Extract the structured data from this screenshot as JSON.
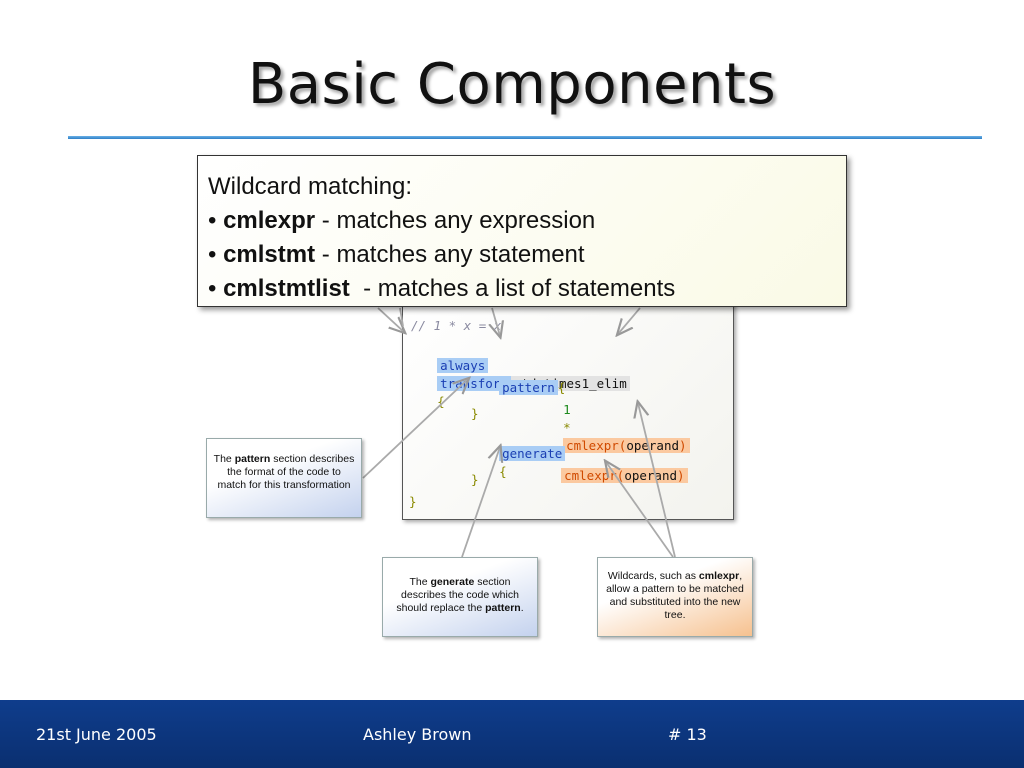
{
  "slide": {
    "title": "Basic Components"
  },
  "callout": {
    "heading": "Wildcard matching:",
    "bullet": "•",
    "items": [
      {
        "term": "cmlexpr",
        "desc": " - matches any expression"
      },
      {
        "term": "cmlstmt",
        "desc": " - matches any statement"
      },
      {
        "term": "cmlstmtlist",
        "desc": "  - matches a list of statements"
      }
    ]
  },
  "code": {
    "comment": "// 1 * x = x",
    "always": "always",
    "transform": "transform",
    "name": "std_times1_elim",
    "open_brace": "{",
    "close_brace": "}",
    "pattern": "pattern",
    "one": "1",
    "times": "*",
    "wildcard_fn": "cmlexpr(",
    "wildcard_arg": "operand",
    "wildcard_close": ")",
    "generate": "generate"
  },
  "notes": {
    "pattern": {
      "pre": "The ",
      "bold": "pattern",
      "post": " section describes the format of the code to match for this transformation"
    },
    "generate": {
      "pre": "The ",
      "bold": "generate",
      "mid": " section describes the code which should replace the ",
      "bold2": "pattern",
      "post": "."
    },
    "wildcards": {
      "pre": "Wildcards, such as ",
      "bold": "cmlexpr",
      "post": ", allow a pattern to be matched and substituted into the new tree."
    }
  },
  "footer": {
    "date": "21st June 2005",
    "author": "Ashley Brown",
    "page": "# 13"
  },
  "colors": {
    "footer_bg": "#0f3d8c",
    "rule": "#2d7fc6",
    "keyword_bg": "#a9cdf5",
    "wildcard_bg": "#fbc9a0"
  }
}
